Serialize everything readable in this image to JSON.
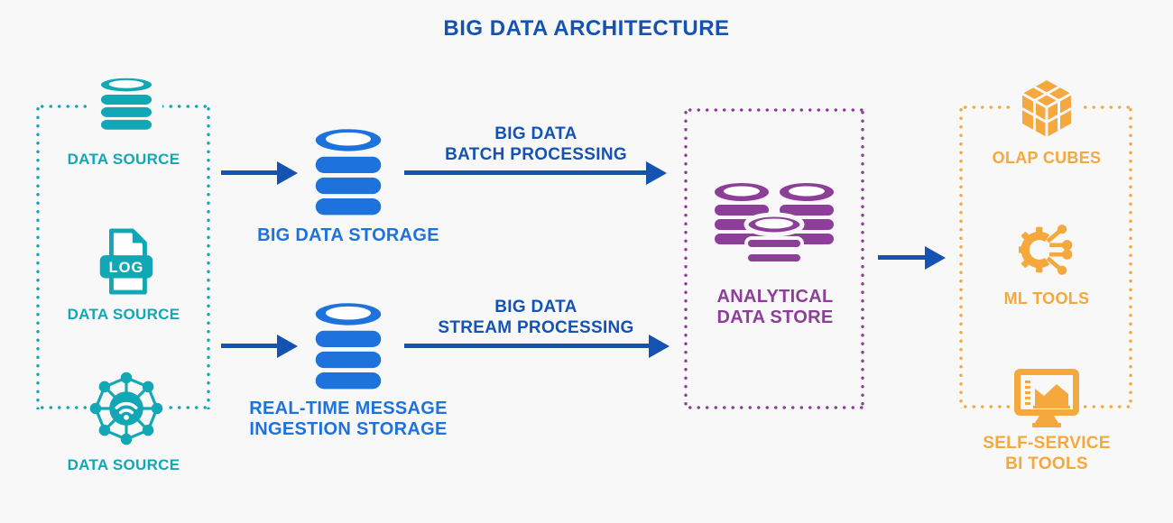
{
  "title": "BIG DATA ARCHITECTURE",
  "colors": {
    "teal": "#12A7B5",
    "blue": "#1D72DC",
    "dark_blue": "#1553B2",
    "purple": "#8D3E99",
    "orange": "#F5A83D",
    "bg": "#F8F8F8",
    "white": "#FFFFFF"
  },
  "sources": {
    "items": [
      {
        "label": "DATA SOURCE",
        "icon": "database-icon"
      },
      {
        "label": "DATA SOURCE",
        "icon": "log-file-icon",
        "icon_text": "LOG"
      },
      {
        "label": "DATA SOURCE",
        "icon": "iot-network-icon"
      }
    ]
  },
  "storage": {
    "batch_store": {
      "label": "BIG DATA STORAGE"
    },
    "stream_store": {
      "label_line1": "REAL-TIME MESSAGE",
      "label_line2": "INGESTION STORAGE"
    }
  },
  "flows": {
    "batch": {
      "line1": "BIG DATA",
      "line2": "BATCH PROCESSING"
    },
    "stream": {
      "line1": "BIG DATA",
      "line2": "STREAM PROCESSING"
    }
  },
  "analytical_store": {
    "label_line1": "ANALYTICAL",
    "label_line2": "DATA STORE"
  },
  "outputs": {
    "items": [
      {
        "label": "OLAP CUBES",
        "icon": "olap-cube-icon"
      },
      {
        "label": "ML TOOLS",
        "icon": "ml-gear-icon"
      },
      {
        "label_line1": "SELF-SERVICE",
        "label_line2": "BI TOOLS",
        "icon": "bi-monitor-icon"
      }
    ]
  }
}
